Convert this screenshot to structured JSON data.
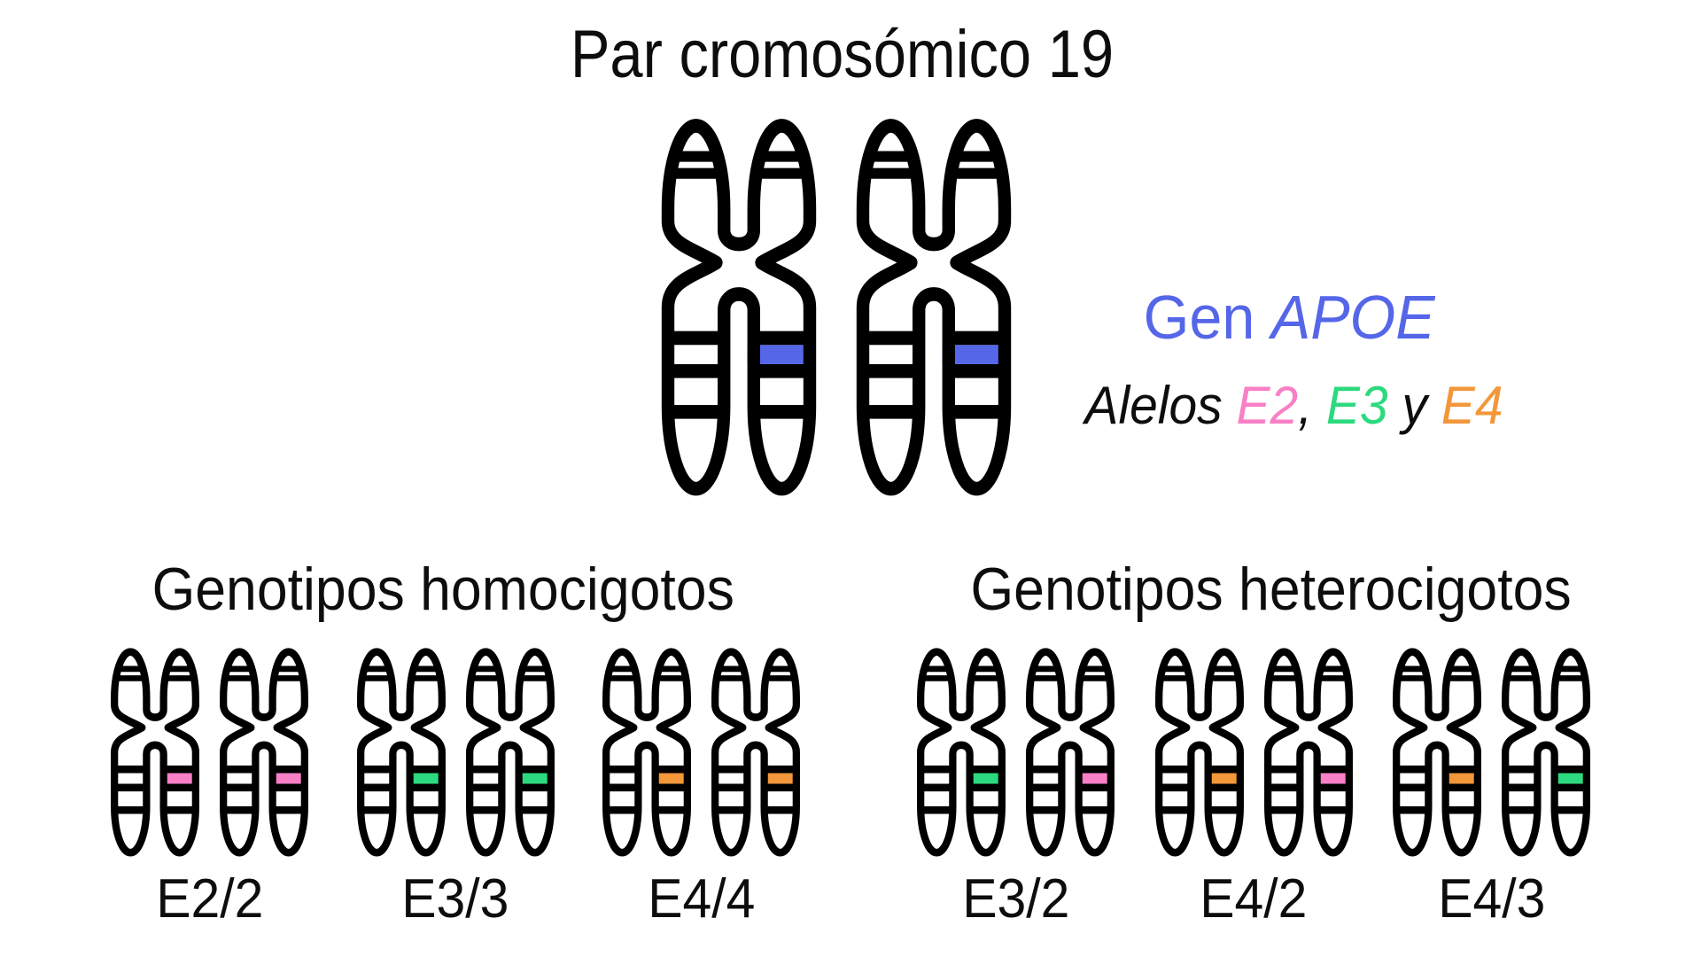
{
  "title": "Par cromosómico 19",
  "legend": {
    "gene_prefix": "Gen ",
    "gene_name": "APOE",
    "alleles_prefix": "Alelos ",
    "e2": "E2",
    "sep1": ", ",
    "e3": "E3",
    "sep2": " y ",
    "e4": "E4"
  },
  "allele_colors": {
    "APOE": "#5566e8",
    "E2": "#f97fc6",
    "E3": "#2dd97e",
    "E4": "#f2973a"
  },
  "outline_color": "#000000",
  "top_pair": {
    "chromosomes": [
      "APOE",
      "APOE"
    ]
  },
  "sections": [
    {
      "heading": "Genotipos homocigotos",
      "pairs": [
        {
          "label": "E2/2",
          "alleles": [
            "E2",
            "E2"
          ]
        },
        {
          "label": "E3/3",
          "alleles": [
            "E3",
            "E3"
          ]
        },
        {
          "label": "E4/4",
          "alleles": [
            "E4",
            "E4"
          ]
        }
      ]
    },
    {
      "heading": "Genotipos heterocigotos",
      "pairs": [
        {
          "label": "E3/2",
          "alleles": [
            "E3",
            "E2"
          ]
        },
        {
          "label": "E4/2",
          "alleles": [
            "E4",
            "E2"
          ]
        },
        {
          "label": "E4/3",
          "alleles": [
            "E4",
            "E3"
          ]
        }
      ]
    }
  ]
}
